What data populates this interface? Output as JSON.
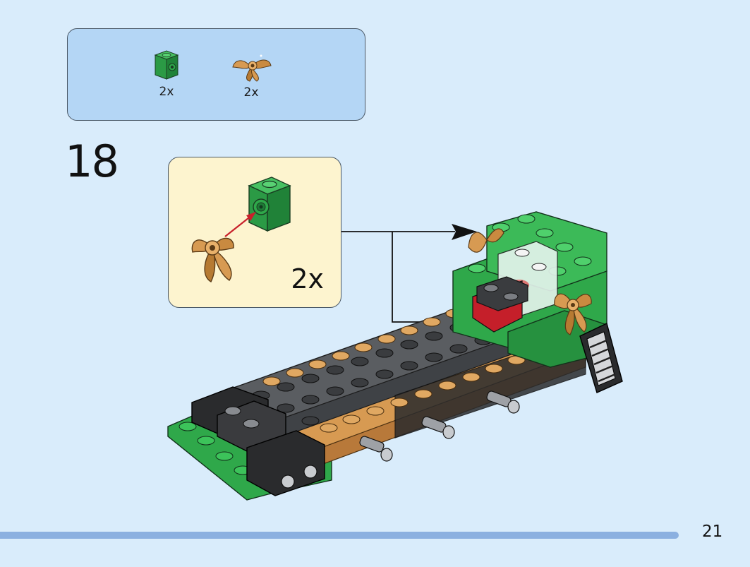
{
  "parts_list": [
    {
      "icon": "green-bracket-brick-icon",
      "quantity": "2x"
    },
    {
      "icon": "pearl-gold-leaf-plate-icon",
      "quantity": "2x"
    }
  ],
  "step": {
    "number": "18",
    "subassembly_quantity": "2x"
  },
  "page": {
    "number": "21"
  },
  "colors": {
    "background": "#d9ecfb",
    "parts_box": "#b4d6f5",
    "subassembly_box": "#fdf4cf",
    "page_bar": "#8bb0e0",
    "green": "#2fa84a",
    "pearl_gold": "#d79a52",
    "dark_gray": "#55585c",
    "black": "#1e1e1e",
    "red_arrow": "#c8202b"
  }
}
